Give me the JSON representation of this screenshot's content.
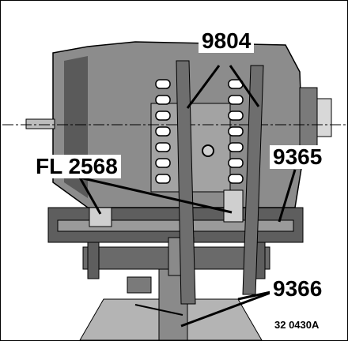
{
  "labels": {
    "strap": "9804",
    "block": "FL 2568",
    "support": "9365",
    "jack": "9366",
    "figure_id": "32 0430A"
  },
  "colors": {
    "line": "#000000",
    "casting": "#8c8c8c",
    "casting_dark": "#4a4a4a",
    "strap": "#6e6e6e",
    "frame": "#5e5e5e",
    "block": "#cfcfcf",
    "floor": "#b4b4b4"
  }
}
